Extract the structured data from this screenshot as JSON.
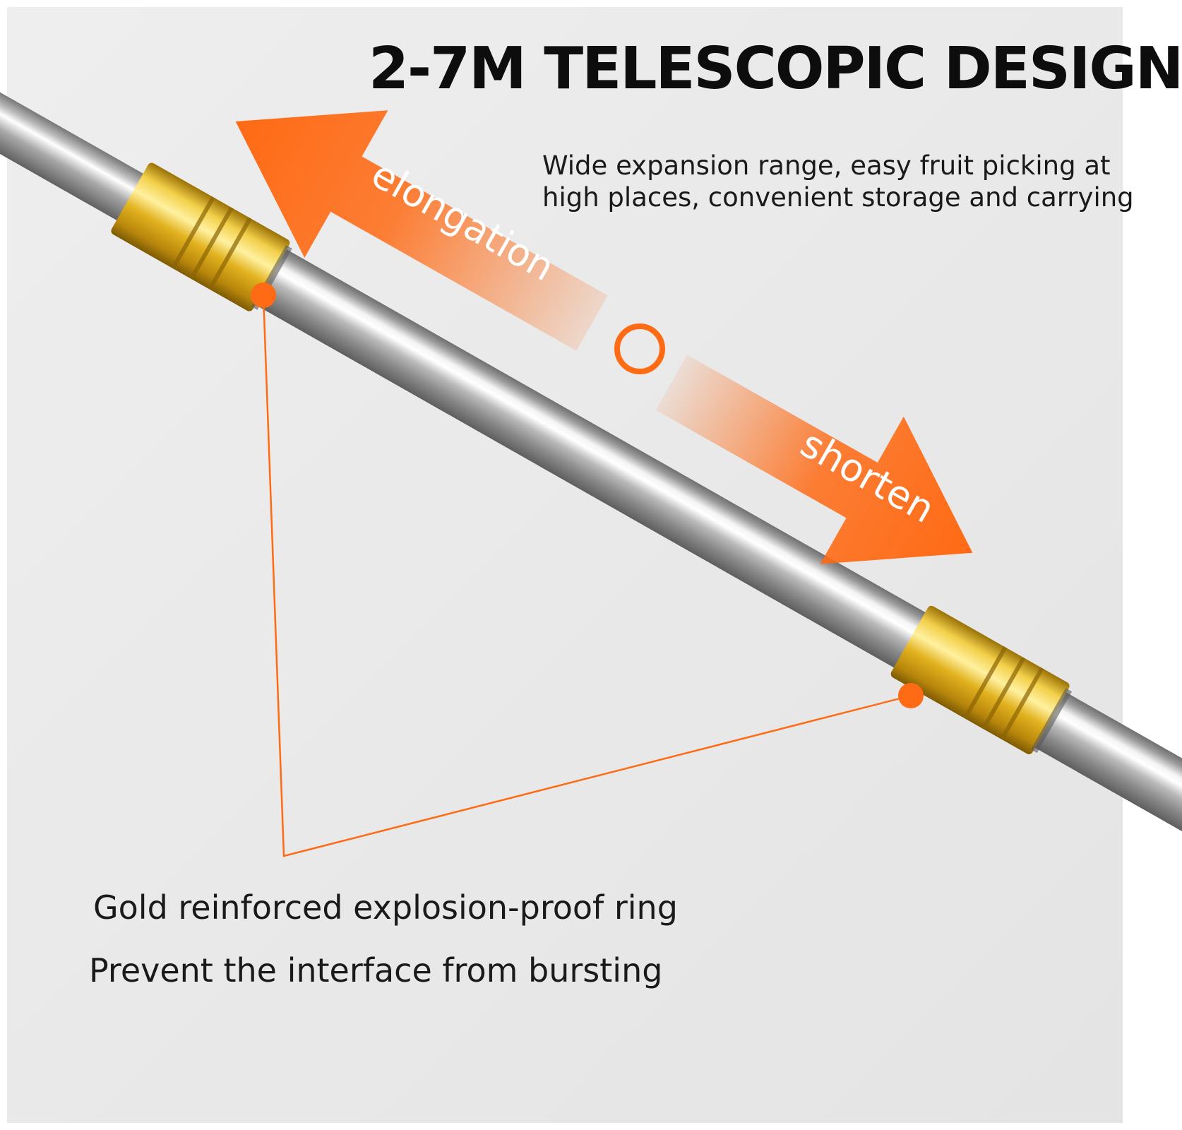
{
  "headline": "2-7M TELESCOPIC DESIGN",
  "subtitle": {
    "line1": "Wide expansion range, easy fruit picking at",
    "line2": "high places, convenient storage and carrying"
  },
  "arrows": {
    "up_label": "elongation",
    "down_label": "shorten"
  },
  "features": {
    "line1": "Gold reinforced explosion-proof ring",
    "line2": "Prevent the interface from bursting"
  },
  "colors": {
    "accent_orange": "#ff6a14",
    "gold": "#e2b21f",
    "background": "#e8e8e8"
  }
}
